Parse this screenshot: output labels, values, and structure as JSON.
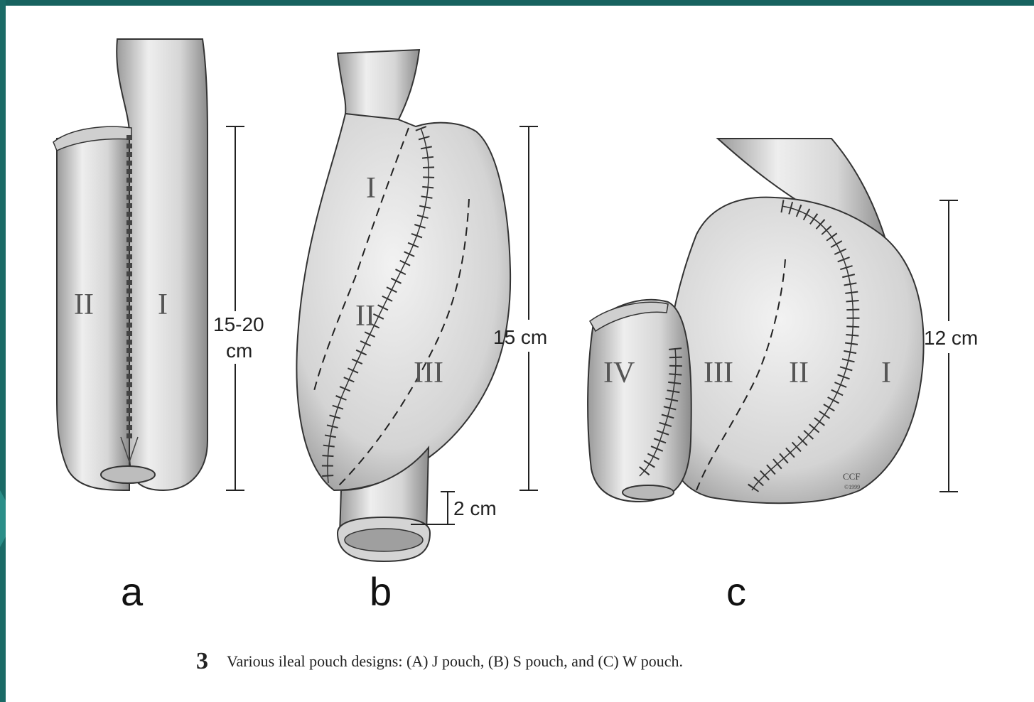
{
  "figure": {
    "panels": [
      {
        "letter": "a",
        "segments": [
          "II",
          "I"
        ],
        "dimension": [
          "15-20",
          "cm"
        ]
      },
      {
        "letter": "b",
        "segments": [
          "I",
          "II",
          "III"
        ],
        "dimension": "15 cm",
        "outlet": "2 cm"
      },
      {
        "letter": "c",
        "segments": [
          "IV",
          "III",
          "II",
          "I"
        ],
        "dimension": "12 cm",
        "credit": [
          "CCF",
          "©1999"
        ]
      }
    ],
    "caption": {
      "number": "3",
      "text": "Various ileal pouch designs: (A) J pouch, (B) S pouch, and (C) W pouch."
    }
  },
  "colors": {
    "frame": "#1a6a66",
    "background": "#ffffff",
    "ink": "#222222",
    "tissue": "#e2e2e2"
  }
}
